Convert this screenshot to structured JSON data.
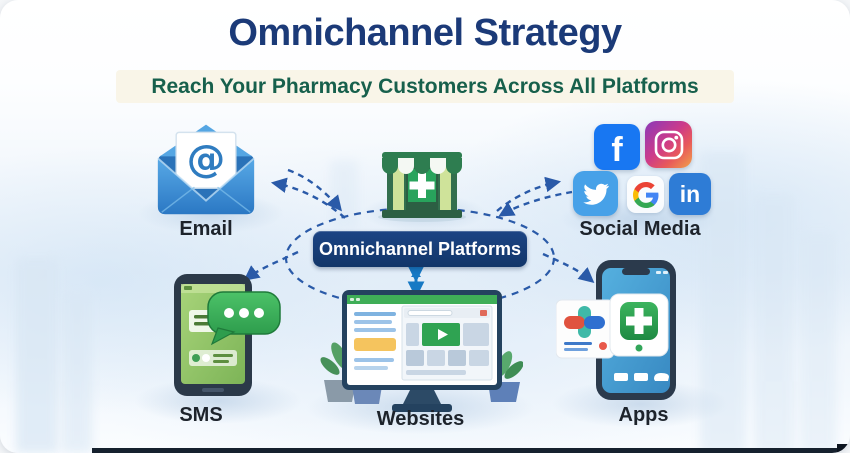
{
  "header": {
    "title": "Omnichannel Strategy",
    "subtitle": "Reach Your Pharmacy Customers Across All Platforms"
  },
  "center": {
    "label": "Omnichannel Platforms",
    "icon": "pharmacy-storefront-icon"
  },
  "channels": {
    "email": {
      "label": "Email",
      "icon": "email-envelope-icon",
      "at_glyph": "@"
    },
    "social": {
      "label": "Social Media",
      "icons": [
        {
          "name": "facebook-icon",
          "glyph": "f"
        },
        {
          "name": "instagram-icon"
        },
        {
          "name": "twitter-icon"
        },
        {
          "name": "google-icon"
        },
        {
          "name": "linkedin-icon",
          "glyph": "in"
        }
      ]
    },
    "sms": {
      "label": "SMS",
      "icon": "sms-phone-chat-icon"
    },
    "websites": {
      "label": "Websites",
      "icon": "desktop-website-icon"
    },
    "apps": {
      "label": "Apps",
      "icon": "pharmacy-app-phone-icon"
    }
  },
  "colors": {
    "title_navy": "#1b3a78",
    "subtitle_green": "#17604c",
    "subtitle_bg": "#f9f5e8",
    "box_navy": "#123669",
    "arrow_blue": "#2a5aa8",
    "sync_arrow_blue": "#1779c4",
    "pharmacy_green": "#28a35c",
    "facebook_blue": "#1877f2",
    "twitter_blue": "#47a1e8",
    "linkedin_blue": "#2e7cd6",
    "label_dark": "#1d232b"
  }
}
